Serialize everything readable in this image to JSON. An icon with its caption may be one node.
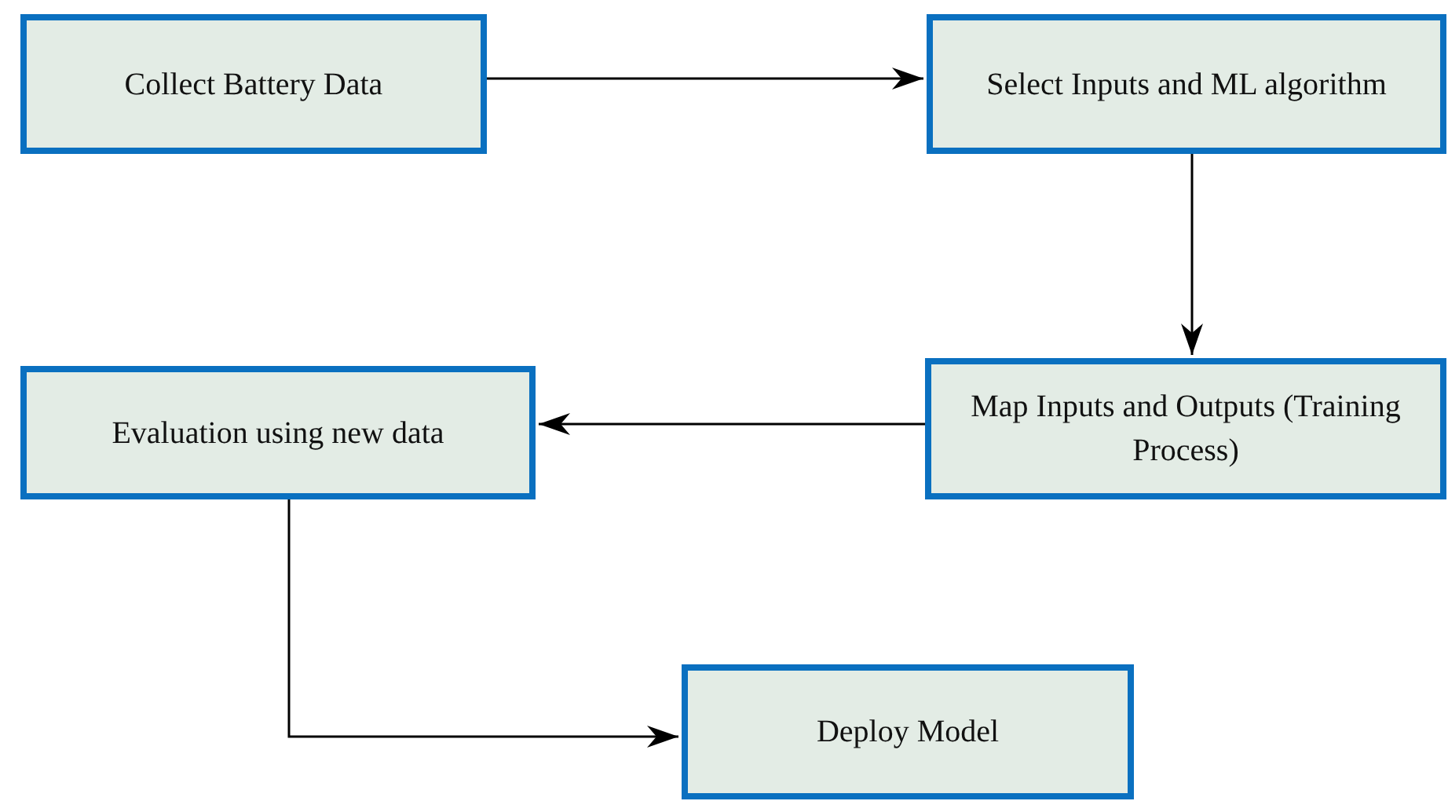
{
  "diagram": {
    "nodes": [
      {
        "text": [
          "Collect Battery Data"
        ]
      },
      {
        "text": [
          "Select Inputs and ML algorithm"
        ]
      },
      {
        "text": [
          "Map Inputs and Outputs (Training Process)"
        ]
      },
      {
        "text": [
          "Evaluation using new data"
        ]
      },
      {
        "text": [
          "Deploy Model"
        ]
      }
    ],
    "edges": [
      {
        "from": 0,
        "to": 1,
        "arrow": "to"
      },
      {
        "from": 1,
        "to": 2,
        "arrow": "to"
      },
      {
        "from": 2,
        "to": 3,
        "arrow": "to"
      },
      {
        "from": 3,
        "to": 4,
        "arrow": "to"
      }
    ]
  }
}
